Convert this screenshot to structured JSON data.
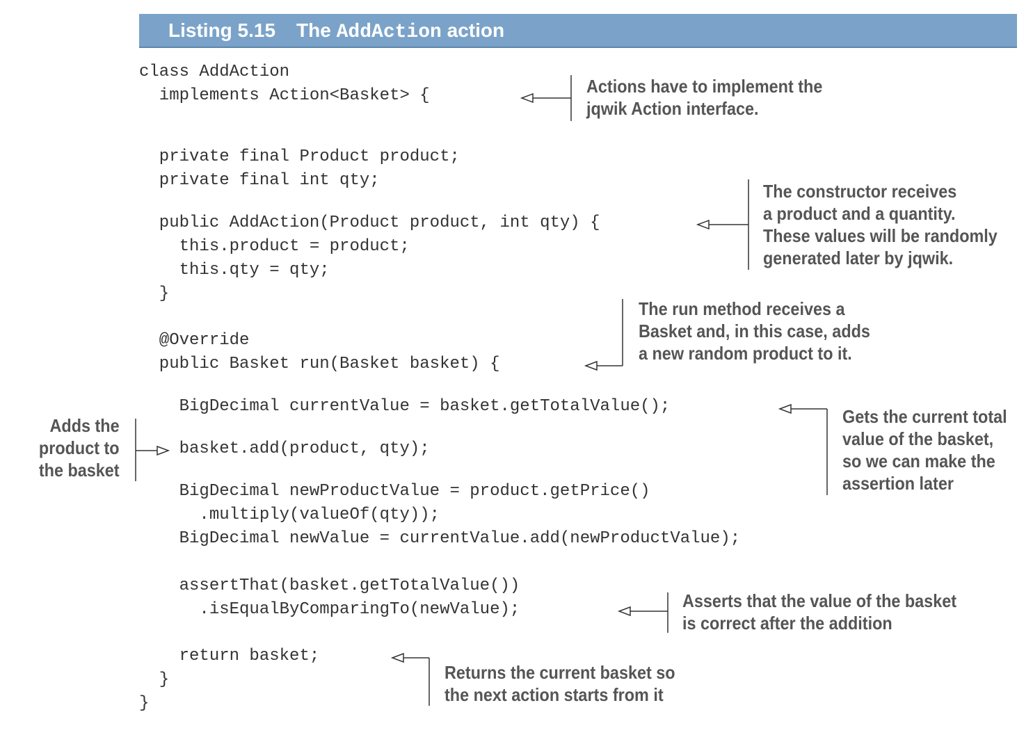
{
  "listing": {
    "number": "Listing 5.15",
    "title_pre": "The ",
    "title_code": "AddAction",
    "title_post": " action"
  },
  "code_lines": [
    "class AddAction",
    "  implements Action<Basket> {",
    "  private final Product product;",
    "  private final int qty;",
    "  public AddAction(Product product, int qty) {",
    "    this.product = product;",
    "    this.qty = qty;",
    "  }",
    "  @Override",
    "  public Basket run(Basket basket) {",
    "    BigDecimal currentValue = basket.getTotalValue();",
    "    basket.add(product, qty);",
    "    BigDecimal newProductValue = product.getPrice()",
    "      .multiply(valueOf(qty));",
    "    BigDecimal newValue = currentValue.add(newProductValue);",
    "    assertThat(basket.getTotalValue())",
    "      .isEqualByComparingTo(newValue);",
    "    return basket;",
    "  }",
    "}"
  ],
  "annotations": {
    "implement": [
      "Actions have to implement the",
      "jqwik Action interface."
    ],
    "constructor": [
      "The constructor receives",
      "a product and a quantity.",
      "These values will be randomly",
      "generated later by jqwik."
    ],
    "run": [
      "The run method receives a",
      "Basket and, in this case, adds",
      "a new random product to it."
    ],
    "current": [
      "Gets the current total",
      "value of the basket,",
      "so we can make the",
      "assertion later"
    ],
    "adds": [
      "Adds the",
      "product to",
      "the basket"
    ],
    "asserts": [
      "Asserts that the value of the basket",
      "is correct after the addition"
    ],
    "returns": [
      "Returns the current basket so",
      "the next action starts from it"
    ]
  },
  "colors": {
    "header_bg": "#7ba3c9",
    "code_text": "#333333",
    "annotation_text": "#555555"
  }
}
